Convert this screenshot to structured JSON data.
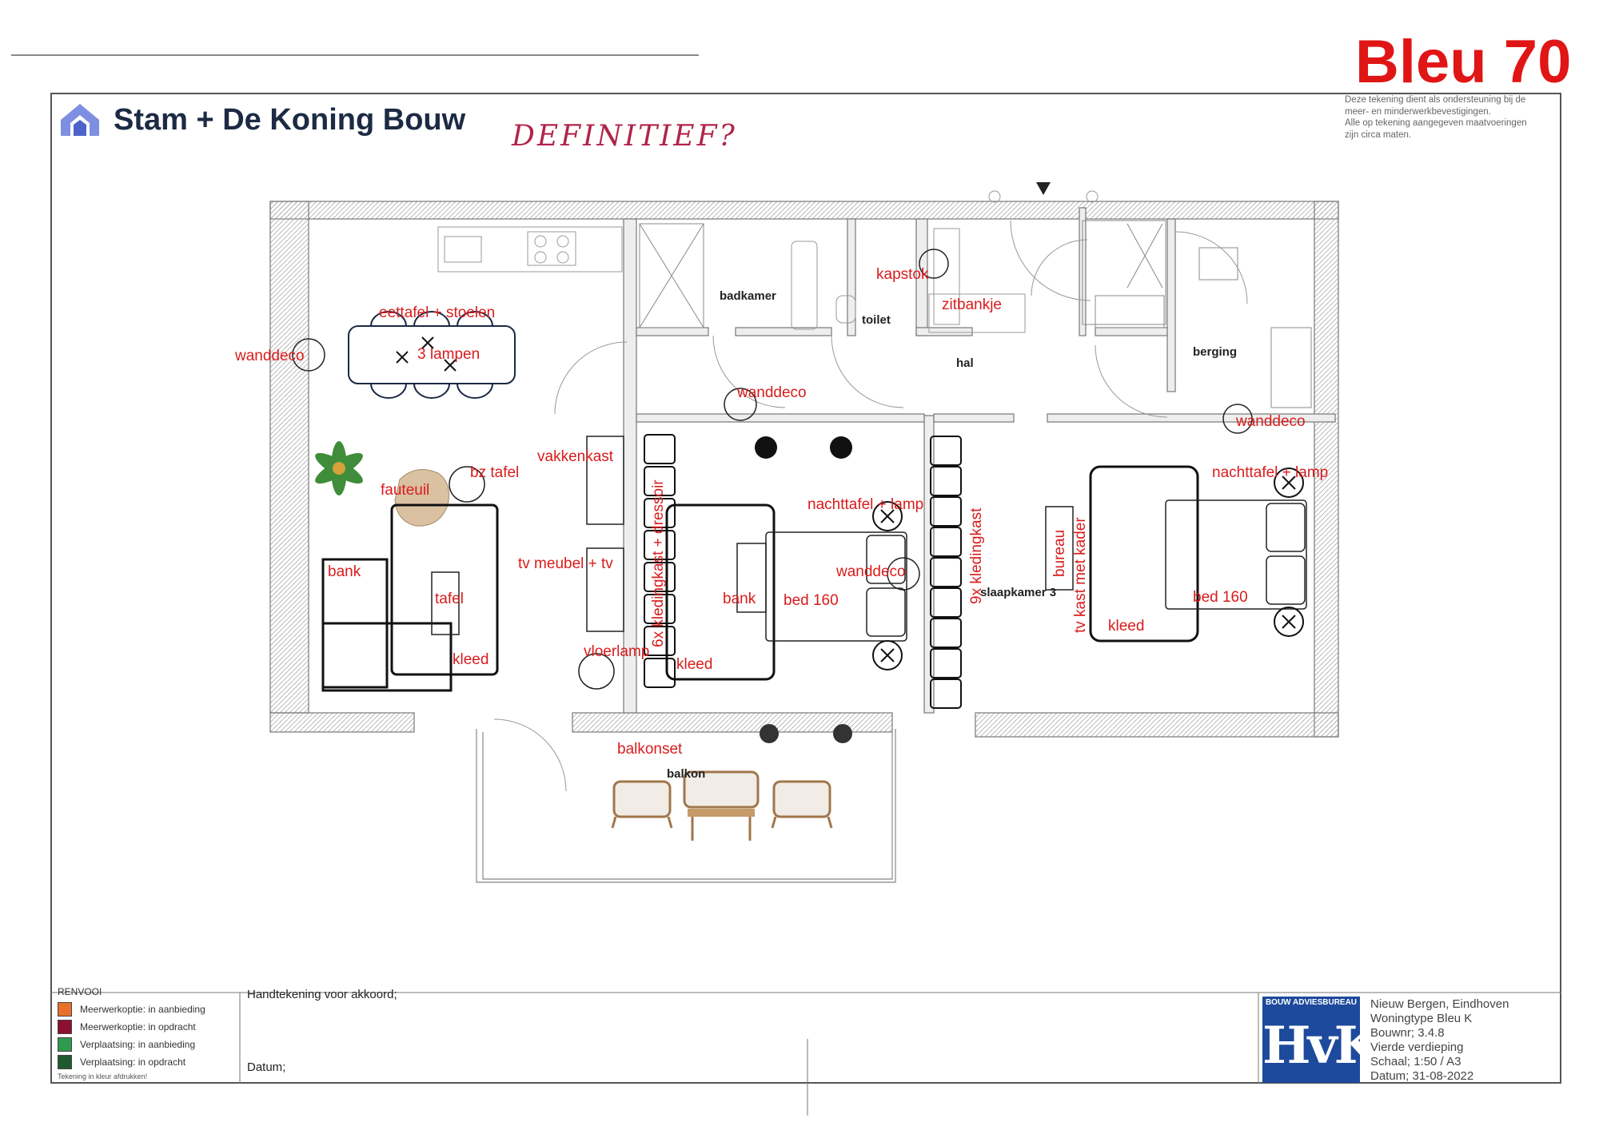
{
  "header": {
    "company_name": "Stam + De Koning Bouw",
    "status_note": "DEFINITIEF?",
    "badge": "Bleu 70",
    "disclaimer_lines": [
      "Deze tekening dient als ondersteuning bij de",
      "meer- en minderwerkbevestigingen.",
      "Alle op tekening aangegeven maatvoeringen",
      "zijn circa maten."
    ]
  },
  "rooms": {
    "badkamer": "badkamer",
    "toilet": "toilet",
    "hal": "hal",
    "berging": "berging",
    "slaapkamer3": "slaapkamer 3",
    "balkon": "balkon"
  },
  "furniture_labels": {
    "wanddeco_living": "wanddeco",
    "eettafel": "eettafel + stoelen",
    "lampen": "3 lampen",
    "kapstok": "kapstok",
    "zitbankje": "zitbankje",
    "wanddeco_hal": "wanddeco",
    "wanddeco_berging": "wanddeco",
    "vakkenkast": "vakkenkast",
    "bz_tafel": "bz tafel",
    "fauteuil": "fauteuil",
    "bank_living": "bank",
    "tafel": "tafel",
    "kleed_living": "kleed",
    "tv_meubel": "tv meubel + tv",
    "vloerlamp": "vloerlamp",
    "kledingkast6": "6x kledingkast + dressoir",
    "bank_bed": "bank",
    "bed160_a": "bed 160",
    "nachttafel_a": "nachttafel + lamp",
    "wanddeco_bed": "wanddeco",
    "kleed_bed": "kleed",
    "kledingkast9": "9x kledingkast",
    "bureau": "bureau",
    "tvkast": "tv kast met kader",
    "nachttafel_b": "nachttafel + lamp",
    "bed160_b": "bed 160",
    "kleed_master": "kleed",
    "balkonset": "balkonset"
  },
  "legend": {
    "title": "RENVOOI",
    "items": [
      {
        "label": "Meerwerkoptie:  in aanbieding",
        "color": "#e8702a"
      },
      {
        "label": "Meerwerkoptie:  in opdracht",
        "color": "#8c1030"
      },
      {
        "label": "Verplaatsing:  in aanbieding",
        "color": "#2f9a4e"
      },
      {
        "label": "Verplaatsing:  in opdracht",
        "color": "#1f5a2e"
      }
    ],
    "footnote": "Tekening in kleur afdrukken!"
  },
  "signature": {
    "handtekening": "Handtekening voor akkoord;",
    "datum": "Datum;"
  },
  "project": {
    "logo_top": "BOUW ADVIESBUREAU",
    "logo_mark": "HvK",
    "lines": [
      "Nieuw Bergen, Eindhoven",
      "Woningtype Bleu K",
      "Bouwnr;  3.4.8",
      "Vierde verdieping",
      "Schaal;   1:50 / A3",
      "Datum;    31-08-2022"
    ]
  },
  "colors": {
    "annotation_red": "#d91c1c",
    "badge_red": "#e01515",
    "logo_blue": "#1d4a9c"
  }
}
